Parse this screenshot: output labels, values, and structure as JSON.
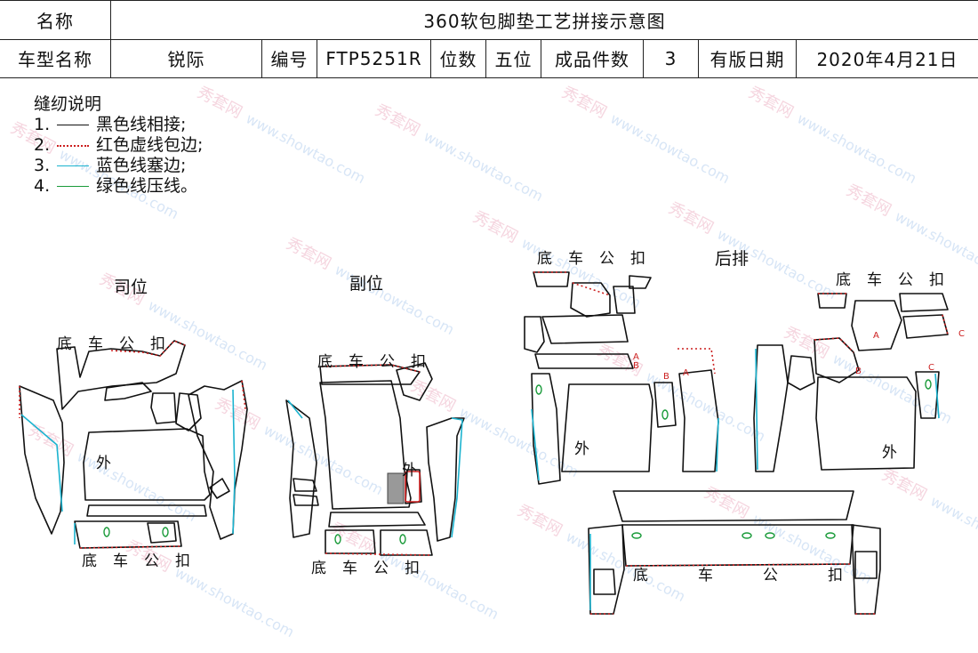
{
  "header": {
    "name_label": "名称",
    "title": "360软包脚垫工艺拼接示意图",
    "model_label": "车型名称",
    "model_value": "锐际",
    "code_label": "编号",
    "code_value": "FTP5251R",
    "seats_label": "位数",
    "seats_value": "五位",
    "pieces_label": "成品件数",
    "pieces_value": "3",
    "date_label": "有版日期",
    "date_value": "2020年4月21日"
  },
  "legend": {
    "title": "缝纫说明",
    "items": [
      {
        "num": "1.",
        "text": "黑色线相接;",
        "color": "#111111",
        "style": "solid"
      },
      {
        "num": "2.",
        "text": "红色虚线包边;",
        "color": "#cc1f1f",
        "style": "dotted"
      },
      {
        "num": "3.",
        "text": "蓝色线塞边;",
        "color": "#1bb3cf",
        "style": "solid"
      },
      {
        "num": "4.",
        "text": "绿色线压线。",
        "color": "#1a9b3a",
        "style": "solid"
      }
    ]
  },
  "sections": {
    "driver": "司位",
    "passenger": "副位",
    "rear": "后排"
  },
  "labels": {
    "bottom_clip": "底车公扣",
    "outer": "外",
    "mark_a": "A",
    "mark_b": "B",
    "mark_c": "C"
  },
  "watermark": {
    "brand": "秀套网",
    "url": "www.showtao.com"
  },
  "colors": {
    "black_line": "#111111",
    "red_dotted": "#cc1f1f",
    "blue_line": "#1bb3cf",
    "green_line": "#1a9b3a"
  }
}
